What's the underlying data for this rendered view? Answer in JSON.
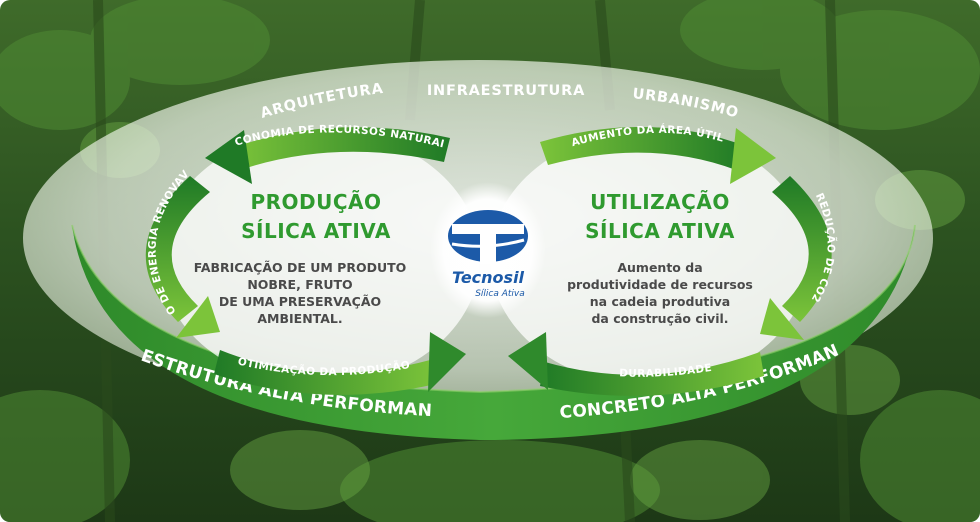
{
  "top_labels": {
    "left": "ARQUITETURA",
    "center": "INFRAESTRUTURA",
    "right": "URBANISMO"
  },
  "bottom_labels": {
    "left": "ESTRUTURA ALTA PERFORMANCE",
    "right": "CONCRETO ALTA PERFORMANCE"
  },
  "left_cycle": {
    "title_line1": "PRODUÇÃO",
    "title_line2": "SÍLICA ATIVA",
    "body": [
      "FABRICAÇÃO DE UM PRODUTO",
      "NOBRE, FRUTO",
      "DE UMA PRESERVAÇÃO",
      "AMBIENTAL."
    ],
    "arrow_top": "ECONOMIA DE RECURSOS NATURAIS",
    "arrow_side": "USO DE ENERGIA RENOVAVEL",
    "arrow_bottom": "OTIMIZAÇÃO DA PRODUÇÃO"
  },
  "right_cycle": {
    "title_line1": "UTILIZAÇÃO",
    "title_line2": "SÍLICA ATIVA",
    "body": [
      "Aumento da",
      "produtividade de recursos",
      "na cadeia produtiva",
      "da construção civil."
    ],
    "arrow_top": "AUMENTO DA ÁREA ÚTIL",
    "arrow_side": "REDUÇÃO DE CO2",
    "arrow_bottom": "DURABILIDADE"
  },
  "logo": {
    "name": "Tecnosil",
    "subtitle": "Sílica Ativa"
  },
  "colors": {
    "green_dark": "#1f7a26",
    "green_mid": "#3c9a34",
    "green_light": "#7cc43a",
    "title_green": "#2f9a2f",
    "logo_blue": "#1c5aa8"
  }
}
